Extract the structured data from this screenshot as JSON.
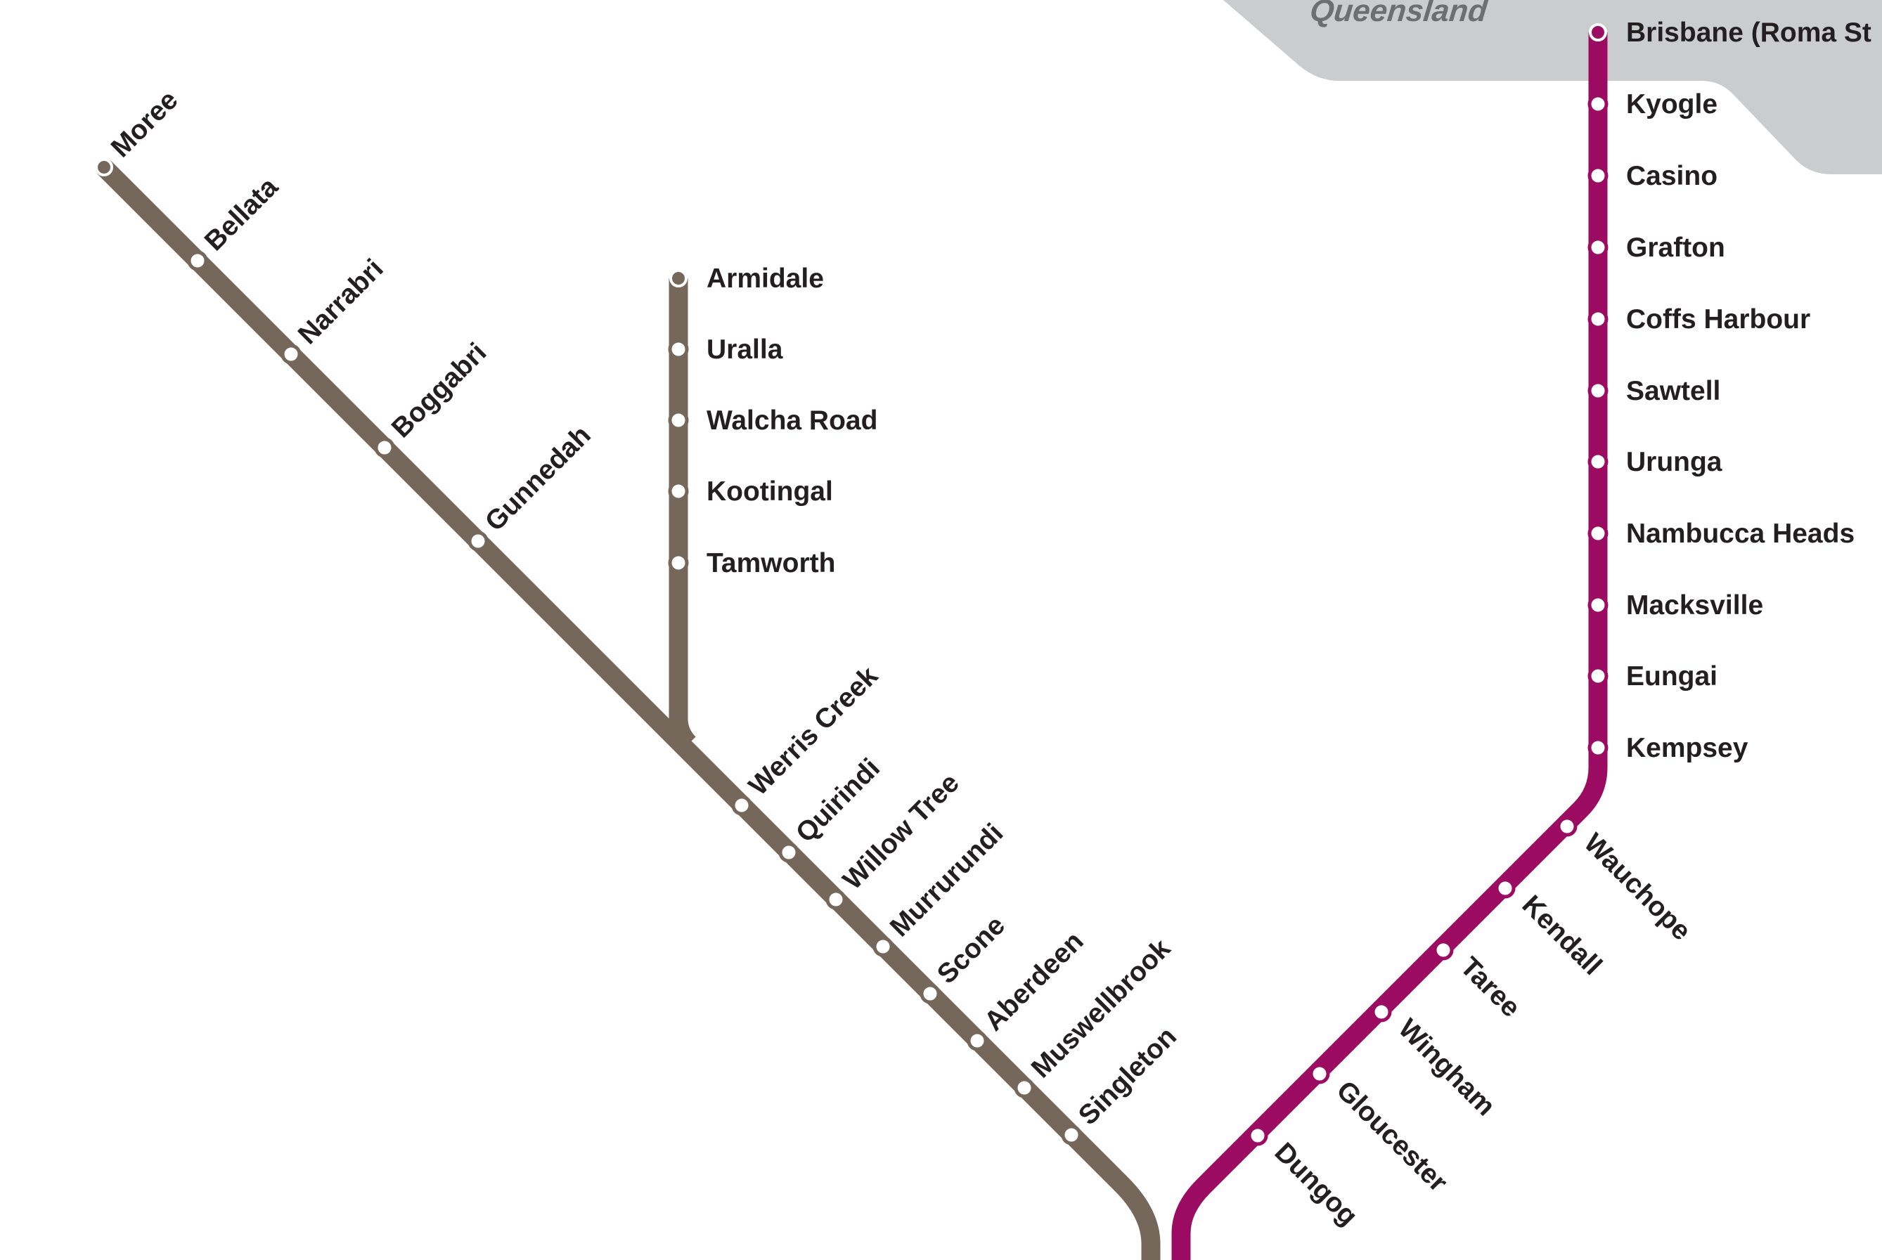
{
  "region": {
    "label": "Queensland",
    "color": "#cbcccd"
  },
  "lines": {
    "north_western": {
      "color": "#75675a",
      "stations": [
        "Moree",
        "Bellata",
        "Narrabri",
        "Boggabri",
        "Gunnedah",
        "Werris Creek",
        "Quirindi",
        "Willow Tree",
        "Murrurundi",
        "Scone",
        "Aberdeen",
        "Muswellbrook",
        "Singleton"
      ]
    },
    "northern_tablelands": {
      "color": "#75675a",
      "stations": [
        "Armidale",
        "Uralla",
        "Walcha Road",
        "Kootingal",
        "Tamworth"
      ]
    },
    "north_coast": {
      "color": "#9b0b62",
      "stations": [
        "Brisbane (Roma St",
        "Kyogle",
        "Casino",
        "Grafton",
        "Coffs Harbour",
        "Sawtell",
        "Urunga",
        "Nambucca Heads",
        "Macksville",
        "Eungai",
        "Kempsey",
        "Wauchope",
        "Kendall",
        "Taree",
        "Wingham",
        "Gloucester",
        "Dungog"
      ]
    }
  }
}
